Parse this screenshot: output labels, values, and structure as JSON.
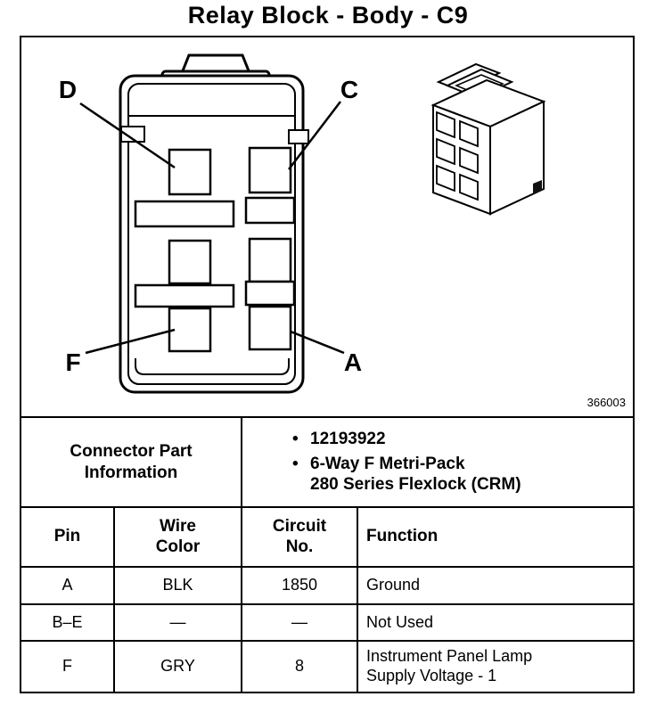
{
  "title": "Relay Block - Body - C9",
  "figure_number": "366003",
  "diagram": {
    "labels": {
      "top_left": "D",
      "top_right": "C",
      "bottom_left": "F",
      "bottom_right": "A"
    }
  },
  "connector_part_information": {
    "label": "Connector Part Information",
    "items": [
      "12193922",
      "6-Way F Metri-Pack\n280 Series Flexlock (CRM)"
    ]
  },
  "pinout": {
    "headers": {
      "pin": "Pin",
      "wire_color": "Wire\nColor",
      "circuit_no": "Circuit\nNo.",
      "function": "Function"
    },
    "rows": [
      {
        "pin": "A",
        "wire_color": "BLK",
        "circuit_no": "1850",
        "function": "Ground"
      },
      {
        "pin": "B–E",
        "wire_color": "—",
        "circuit_no": "—",
        "function": "Not Used"
      },
      {
        "pin": "F",
        "wire_color": "GRY",
        "circuit_no": "8",
        "function": "Instrument Panel Lamp\nSupply Voltage - 1"
      }
    ]
  }
}
